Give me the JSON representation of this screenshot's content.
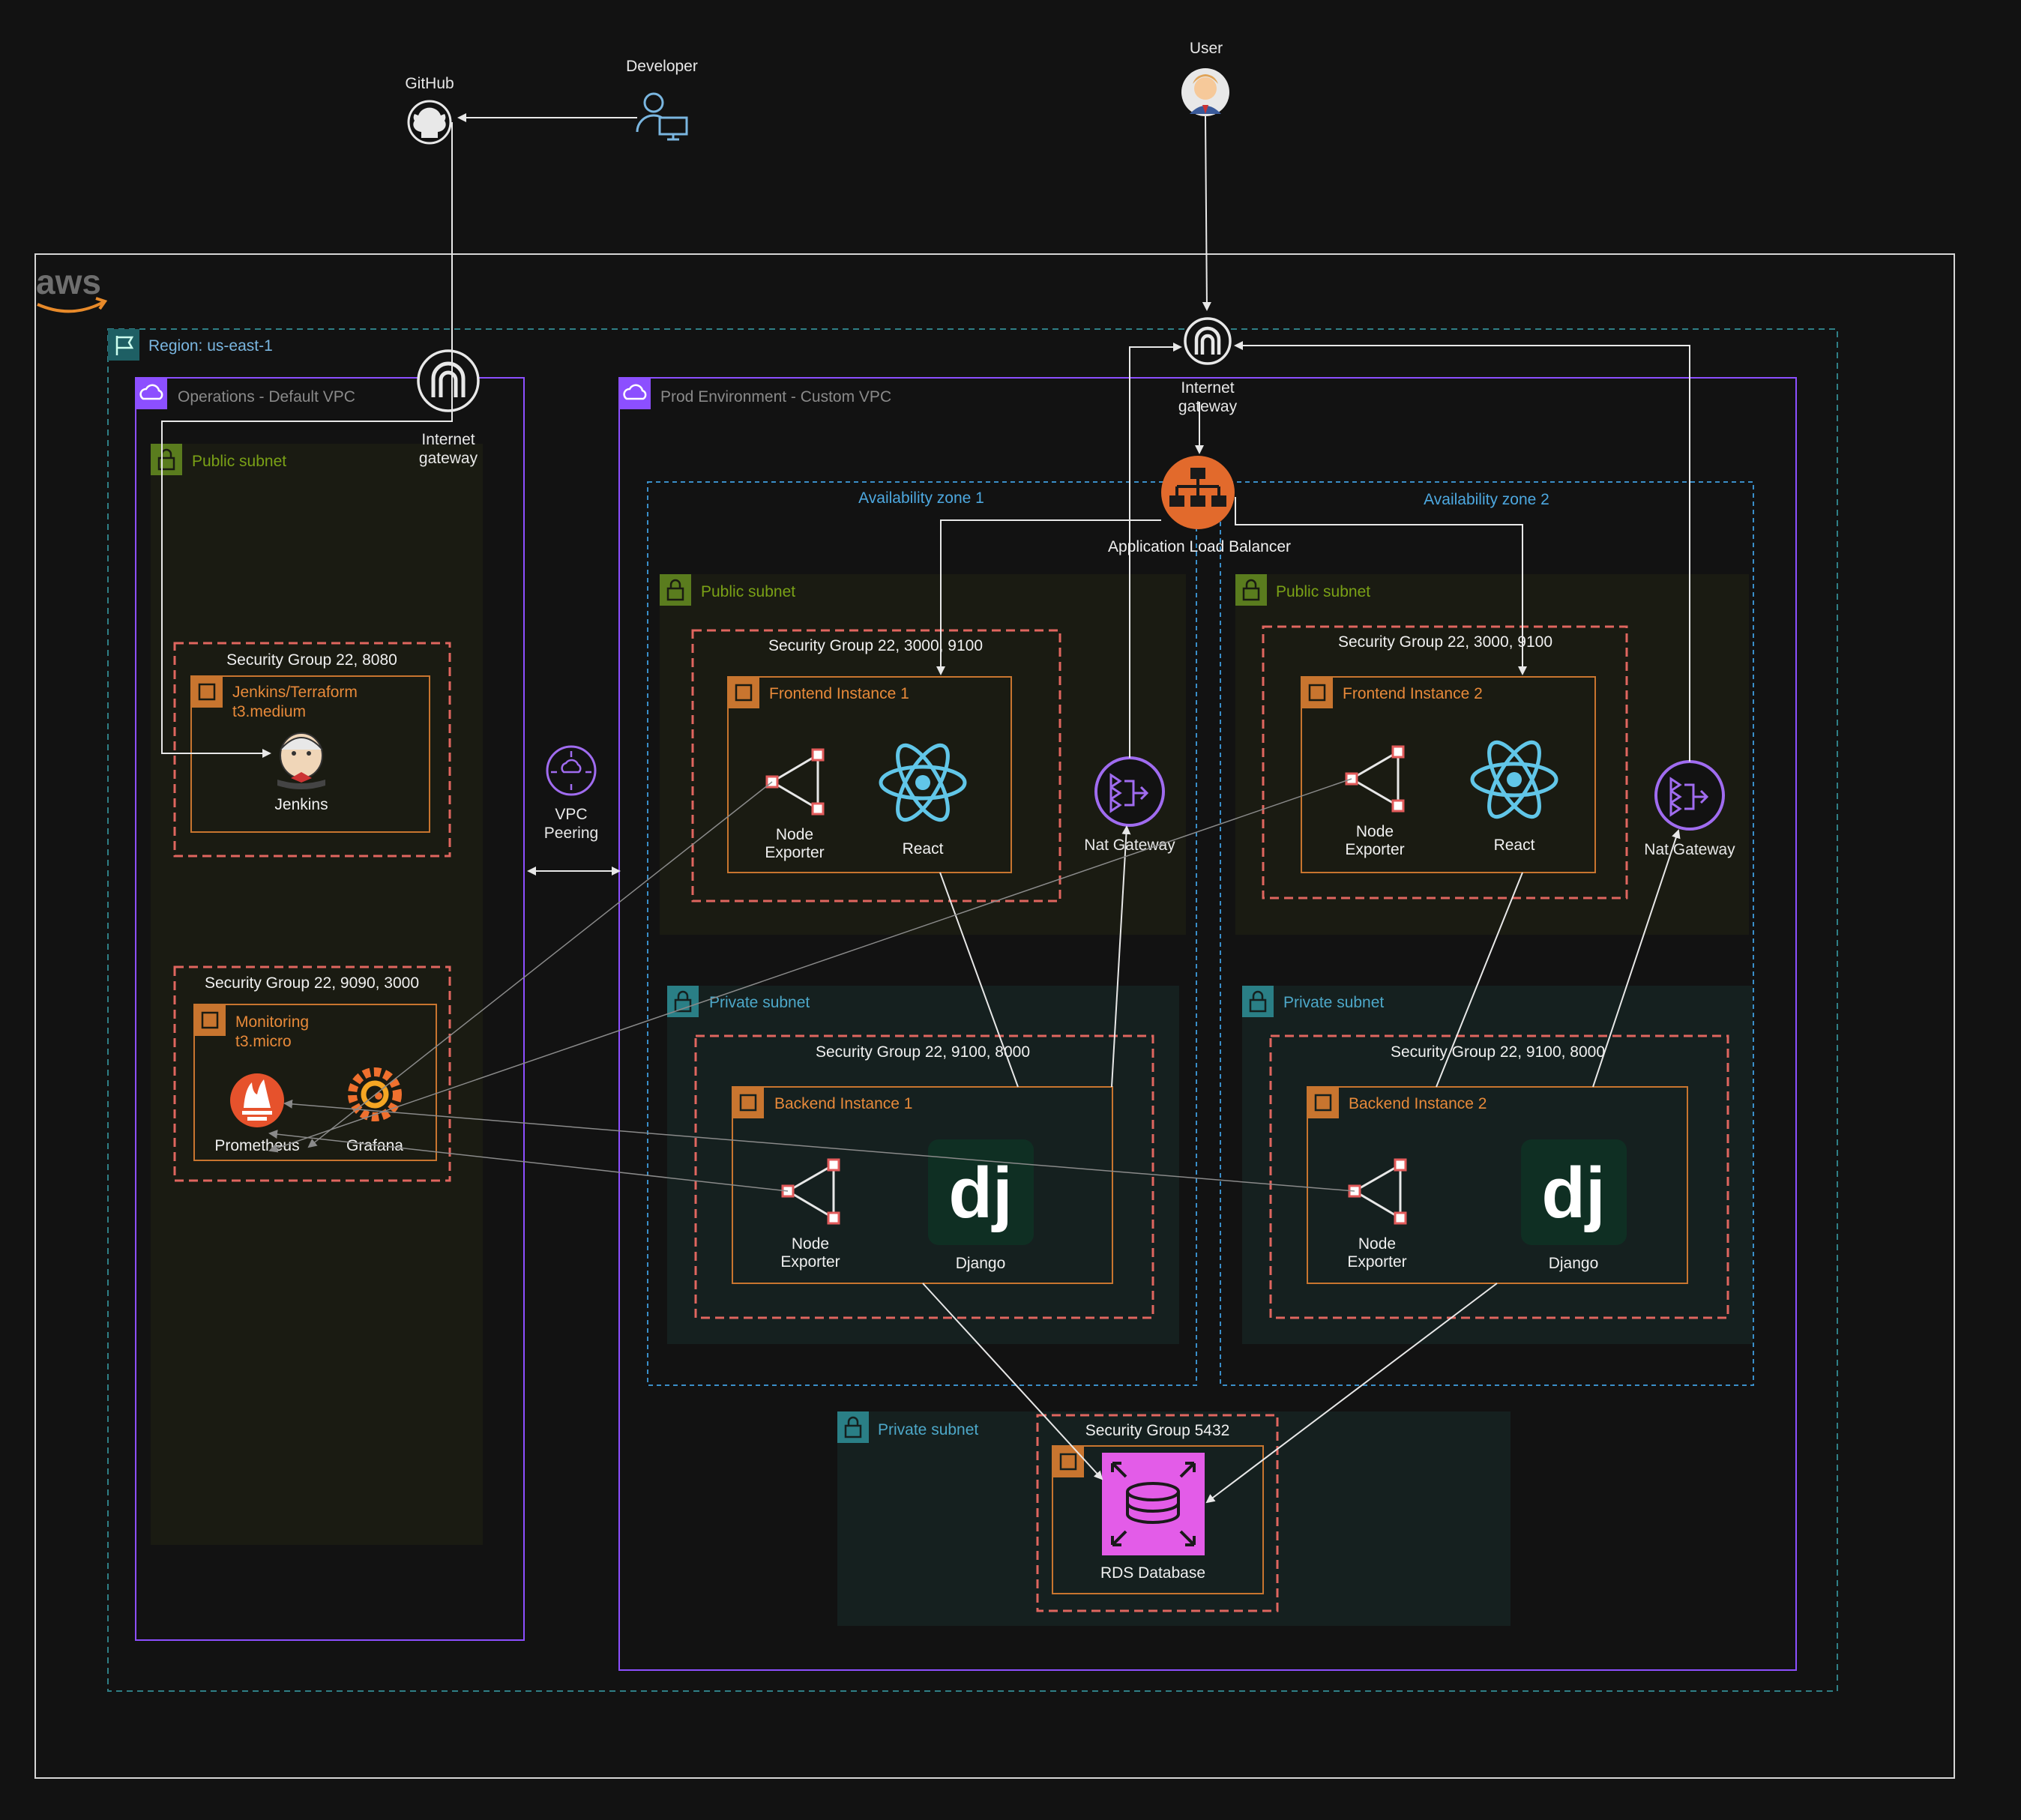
{
  "colors": {
    "background": "#121212",
    "aws_border": "#d6d6d6",
    "region_border": "#2f7f86",
    "vpc_border": "#8c4fff",
    "az_border": "#3a8ec9",
    "public_subnet_fill": "#1a1b12",
    "private_subnet_fill": "#15201f",
    "security_group": "#e0665f",
    "instance_border": "#c8752f",
    "public_label": "#7aa116",
    "private_label": "#4da8c9",
    "aws_smile": "#e88a2a",
    "rds": "#e35ce8",
    "react": "#61c6e8",
    "node_exporter": "#e25b5b",
    "prometheus": "#e6522c",
    "grafana": "#f0702e",
    "django_tile": "#0f2f23",
    "purple": "#a06cf0"
  },
  "header": {
    "aws_logo": "aws",
    "github_label": "GitHub",
    "developer_label": "Developer",
    "user_label": "User"
  },
  "region": {
    "label": "Region: us-east-1"
  },
  "ops_vpc": {
    "label": "Operations - Default VPC",
    "igw_label_1": "Internet",
    "igw_label_2": "gateway",
    "public_subnet": "Public subnet",
    "sg_jenkins": "Security Group 22, 8080",
    "jenkins_instance_1": "Jenkins/Terraform",
    "jenkins_instance_2": "t3.medium",
    "jenkins_label": "Jenkins",
    "sg_monitoring": "Security Group 22, 9090, 3000",
    "monitoring_instance_1": "Monitoring",
    "monitoring_instance_2": "t3.micro",
    "prometheus_label": "Prometheus",
    "grafana_label": "Grafana"
  },
  "peering": {
    "label_1": "VPC",
    "label_2": "Peering"
  },
  "prod_vpc": {
    "label": "Prod Environment - Custom VPC",
    "igw_label_1": "Internet",
    "igw_label_2": "gateway",
    "alb_label": "Application Load Balancer",
    "az1": "Availability zone 1",
    "az2": "Availability zone 2",
    "public_subnet": "Public subnet",
    "private_subnet": "Private subnet",
    "sg_frontend": "Security Group 22, 3000, 9100",
    "sg_backend": "Security Group 22, 9100, 8000",
    "frontend_1": "Frontend Instance 1",
    "frontend_2": "Frontend Instance 2",
    "backend_1": "Backend Instance 1",
    "backend_2": "Backend Instance 2",
    "node_exporter_1": "Node",
    "node_exporter_2": "Exporter",
    "react_label": "React",
    "django_label": "Django",
    "django_glyph": "dj",
    "nat_label": "Nat Gateway",
    "db_subnet": "Private subnet",
    "sg_db": "Security Group 5432",
    "rds_label": "RDS Database"
  }
}
